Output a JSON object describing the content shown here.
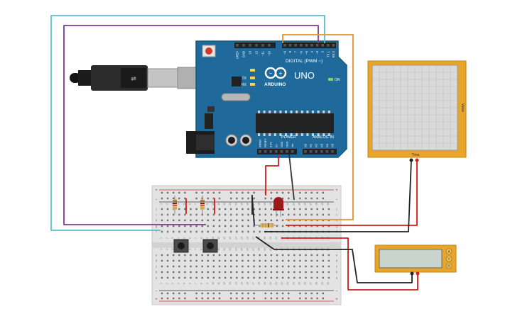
{
  "arduino": {
    "brand": "ARDUINO",
    "model": "UNO",
    "digital_label": "DIGITAL (PWM ~)",
    "power_label": "POWER",
    "analog_label": "ANALOG IN",
    "on_label": "ON",
    "tx_label": "TX",
    "rx_label": "RX",
    "top_pins": [
      "AREF",
      "GND",
      "13",
      "12",
      "~11",
      "~10",
      "~9",
      "8",
      "7",
      "~6",
      "~5",
      "4",
      "~3",
      "2",
      "TX 1",
      "RX 0"
    ],
    "power_pins": [
      "IOREF",
      "RESET",
      "3.3V",
      "5V",
      "GND",
      "GND",
      "Vin"
    ],
    "analog_pins": [
      "A0",
      "A1",
      "A2",
      "A3",
      "A4",
      "A5"
    ],
    "board_color": "#1f6a9a"
  },
  "oscilloscope": {
    "x_label": "Time",
    "y_label": "Value",
    "frame_color": "#e9a52a"
  },
  "multimeter": {
    "buttons": [
      "A",
      "V",
      "R"
    ],
    "frame_color": "#e9a52a",
    "display_value": ""
  },
  "breadboard": {
    "column_numbers": [
      "1",
      "2",
      "3",
      "4",
      "5",
      "6",
      "7",
      "8",
      "9",
      "10",
      "11",
      "12",
      "13",
      "14",
      "15",
      "16",
      "17",
      "18",
      "19",
      "20",
      "21",
      "22",
      "23",
      "24",
      "25",
      "26",
      "27",
      "28",
      "29",
      "30"
    ],
    "row_letters_top": [
      "j",
      "i",
      "h",
      "g",
      "f"
    ],
    "row_letters_bottom": [
      "e",
      "d",
      "c",
      "b",
      "a"
    ],
    "rail_plus": "+",
    "rail_minus": "-"
  },
  "wire_colors": {
    "cyan": "#5bbdc9",
    "purple": "#7d3a94",
    "orange": "#e8902a",
    "red": "#d01c1c",
    "black": "#333333",
    "dark": "#222222"
  }
}
